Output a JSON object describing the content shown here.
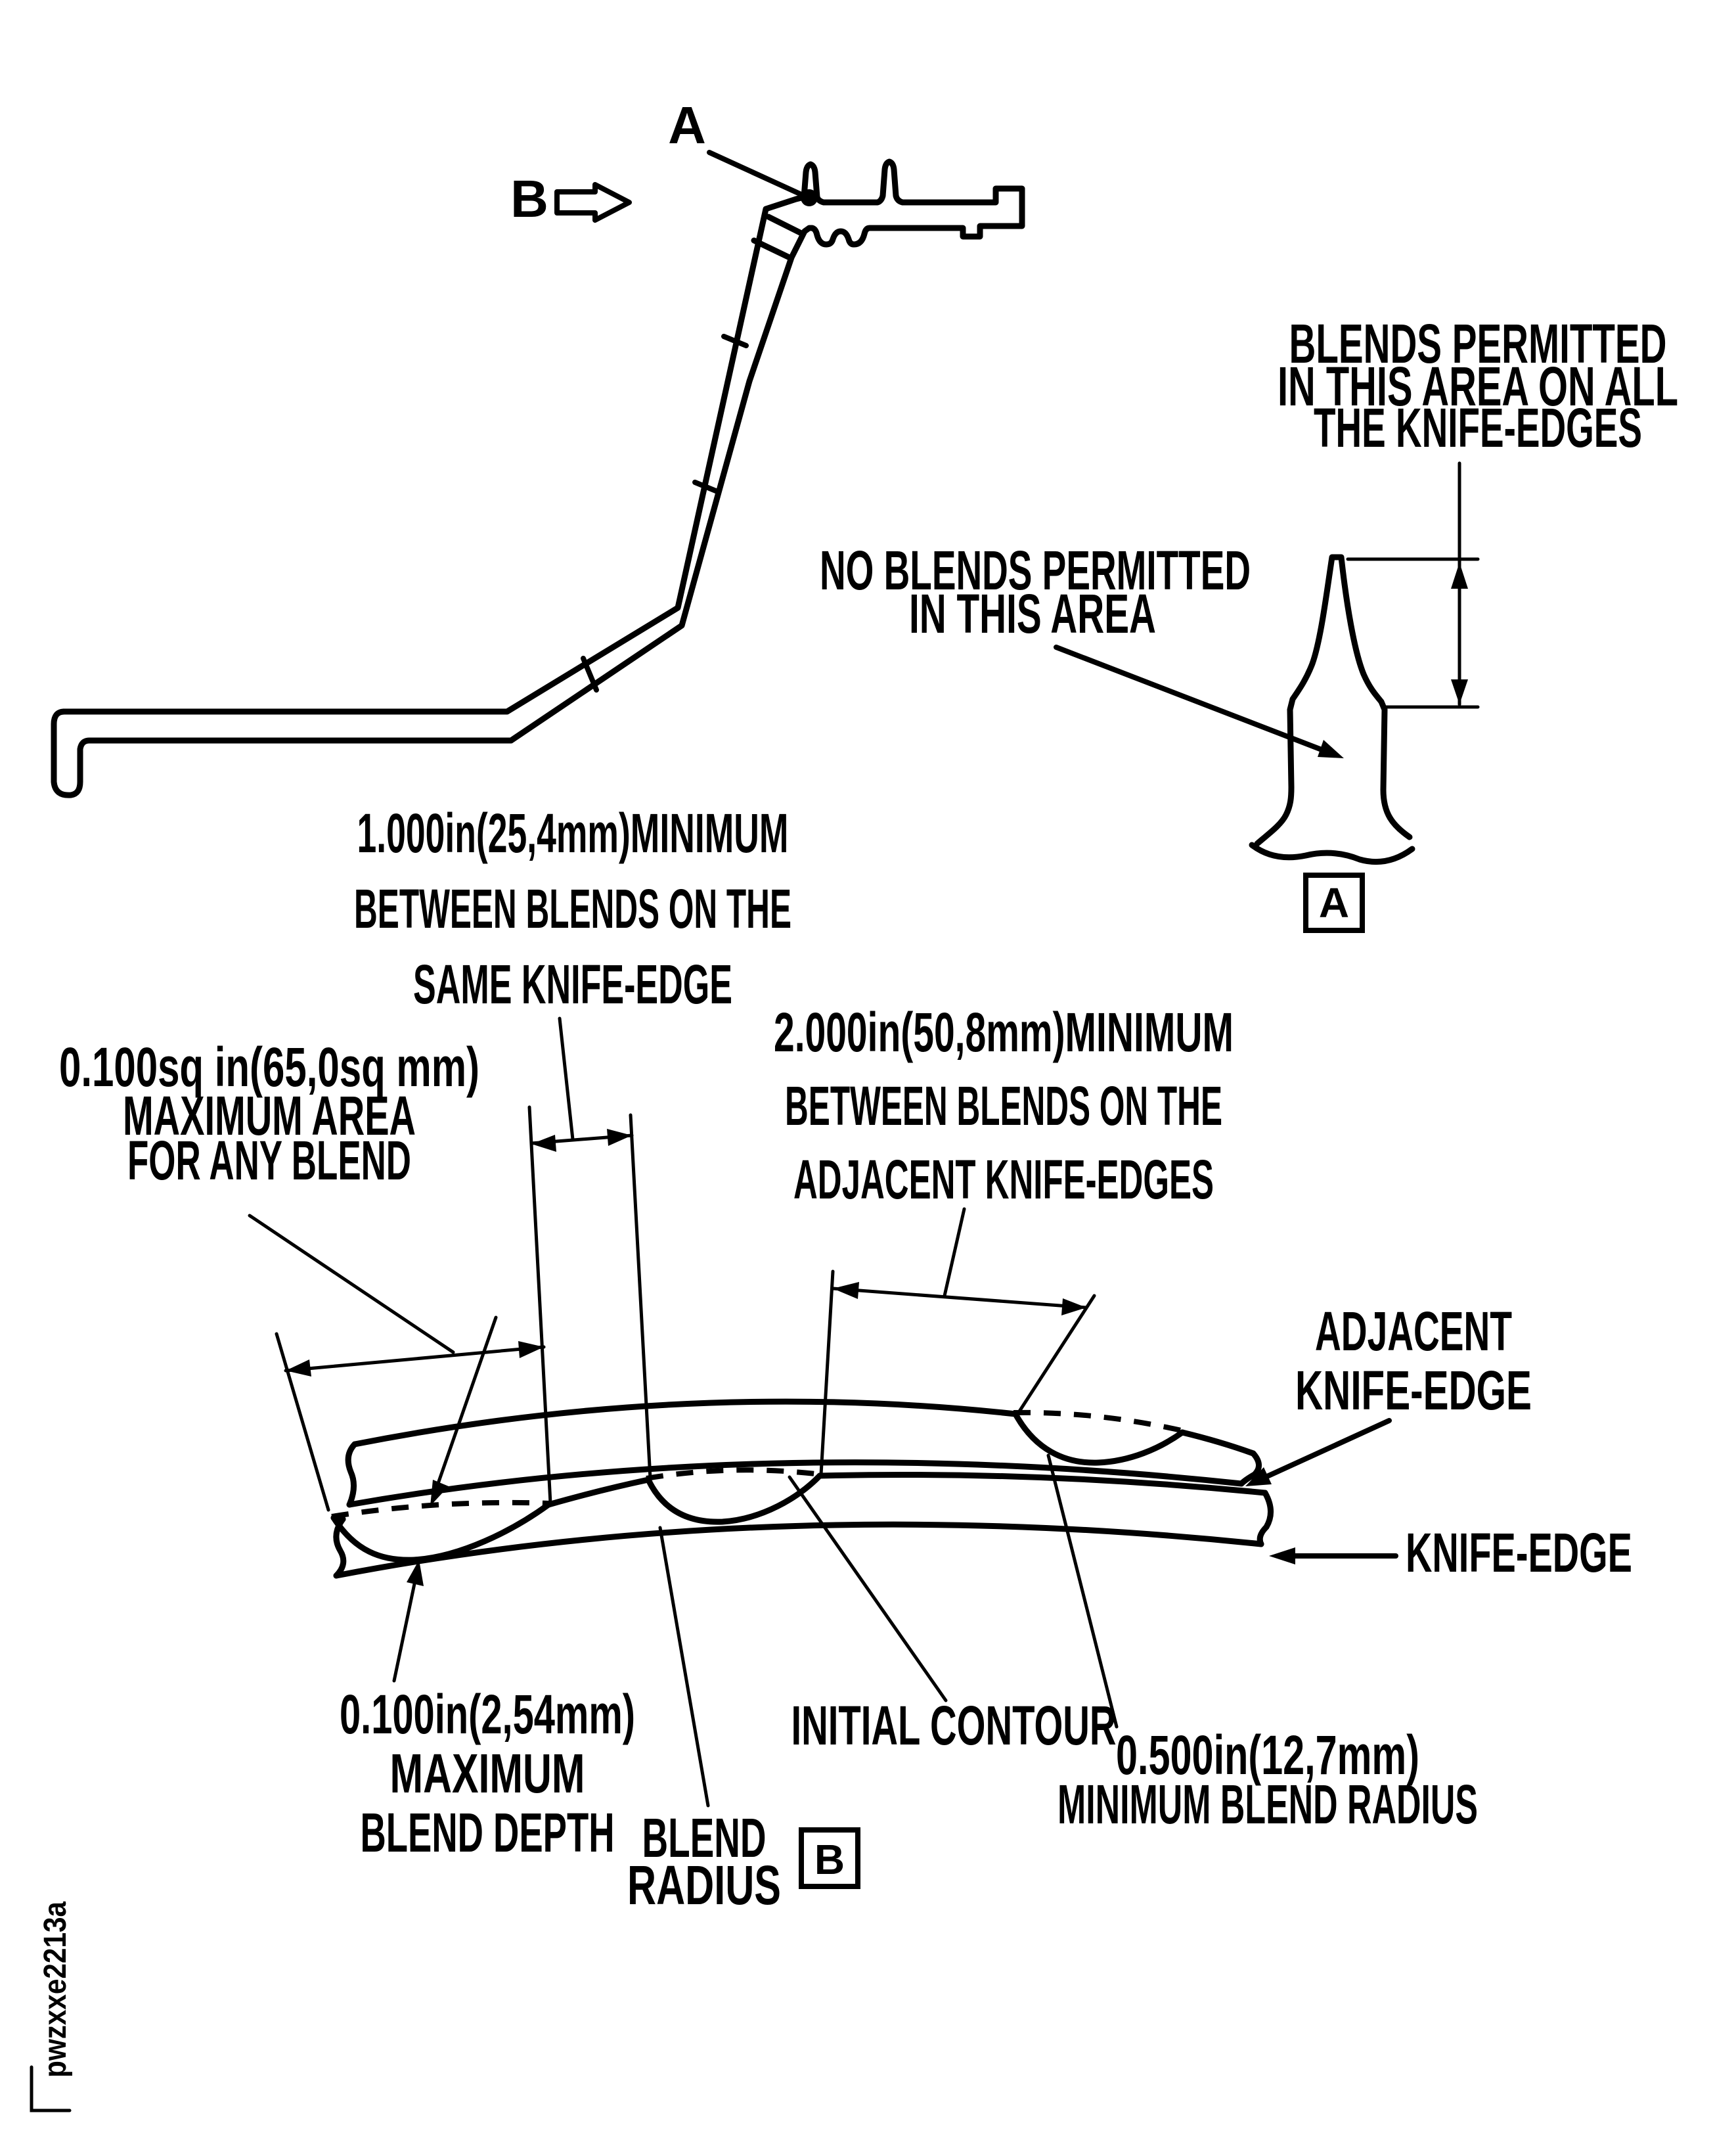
{
  "figure_id": "pwzxxe2213a",
  "colors": {
    "ink": "#000000",
    "paper": "#ffffff"
  },
  "view_labels": {
    "a": "A",
    "b": "B",
    "detail_a_box": "A",
    "detail_b_box": "B"
  },
  "annotations": {
    "blends_permitted": {
      "line1": "BLENDS PERMITTED",
      "line2": "IN THIS AREA ON ALL",
      "line3": "THE KNIFE-EDGES"
    },
    "no_blends": {
      "line1": "NO BLENDS PERMITTED",
      "line2": "IN THIS AREA"
    },
    "min_same_edge": {
      "line1": "1.000in(25,4mm)MINIMUM",
      "line2": "BETWEEN BLENDS ON THE",
      "line3": "SAME KNIFE-EDGE"
    },
    "max_area": {
      "line1": "0.100sq in(65,0sq mm)",
      "line2": "MAXIMUM AREA",
      "line3": "FOR ANY BLEND"
    },
    "min_adjacent": {
      "line1": "2.000in(50,8mm)MINIMUM",
      "line2": "BETWEEN BLENDS ON THE",
      "line3": "ADJACENT KNIFE-EDGES"
    },
    "max_depth": {
      "line1": "0.100in(2,54mm)",
      "line2": "MAXIMUM",
      "line3": "BLEND DEPTH"
    },
    "blend_radius": {
      "line1": "BLEND",
      "line2": "RADIUS"
    },
    "initial_contour": {
      "line1": "INITIAL CONTOUR"
    },
    "min_blend_radius": {
      "line1": "0.500in(12,7mm)",
      "line2": "MINIMUM BLEND RADIUS"
    },
    "adjacent_knife_edge": {
      "line1": "ADJACENT",
      "line2": "KNIFE-EDGE"
    },
    "knife_edge": {
      "line1": "KNIFE-EDGE"
    }
  }
}
